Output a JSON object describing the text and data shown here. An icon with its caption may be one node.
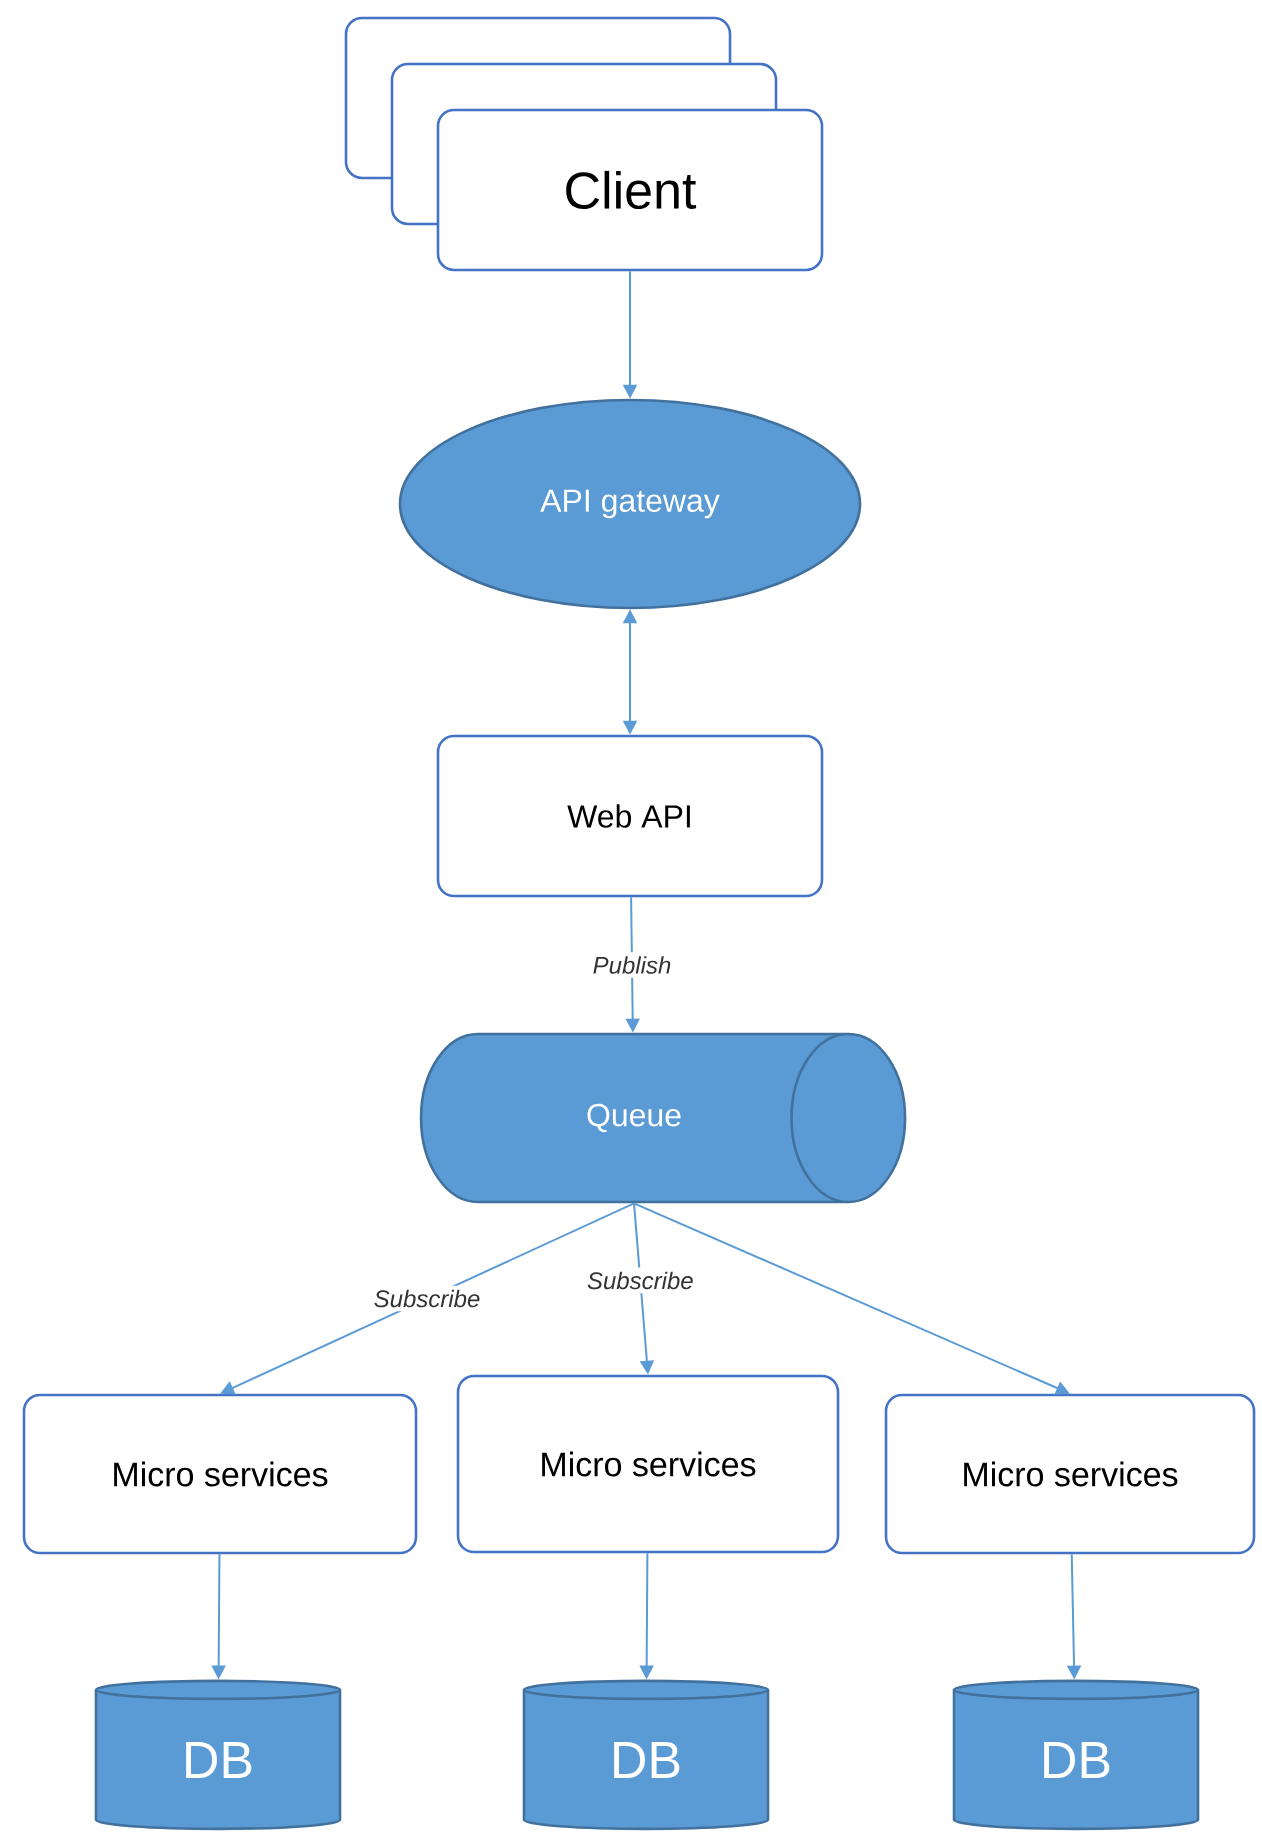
{
  "diagram": {
    "nodes": [
      {
        "text": [
          "Client"
        ]
      },
      {
        "text": [
          "API gateway"
        ]
      },
      {
        "text": [
          "Web API"
        ]
      },
      {
        "text": [
          "Queue"
        ]
      },
      {
        "text": [
          "Micro services"
        ]
      },
      {
        "text": [
          "Micro services"
        ]
      },
      {
        "text": [
          "Micro services"
        ]
      },
      {
        "text": [
          "DB"
        ]
      },
      {
        "text": [
          "DB"
        ]
      },
      {
        "text": [
          "DB"
        ]
      }
    ],
    "edges": [
      {
        "from": 0,
        "to": 1,
        "arrow": "to"
      },
      {
        "from": 1,
        "to": 2,
        "arrow": "both"
      },
      {
        "from": 2,
        "to": 3,
        "arrow": "to",
        "label": "Publish"
      },
      {
        "from": 3,
        "to": 4,
        "arrow": "to",
        "label": "Subscribe"
      },
      {
        "from": 3,
        "to": 5,
        "arrow": "to",
        "label": "Subscribe"
      },
      {
        "from": 3,
        "to": 6,
        "arrow": "to"
      },
      {
        "from": 4,
        "to": 7,
        "arrow": "to"
      },
      {
        "from": 5,
        "to": 8,
        "arrow": "to"
      },
      {
        "from": 6,
        "to": 9,
        "arrow": "to"
      }
    ]
  }
}
